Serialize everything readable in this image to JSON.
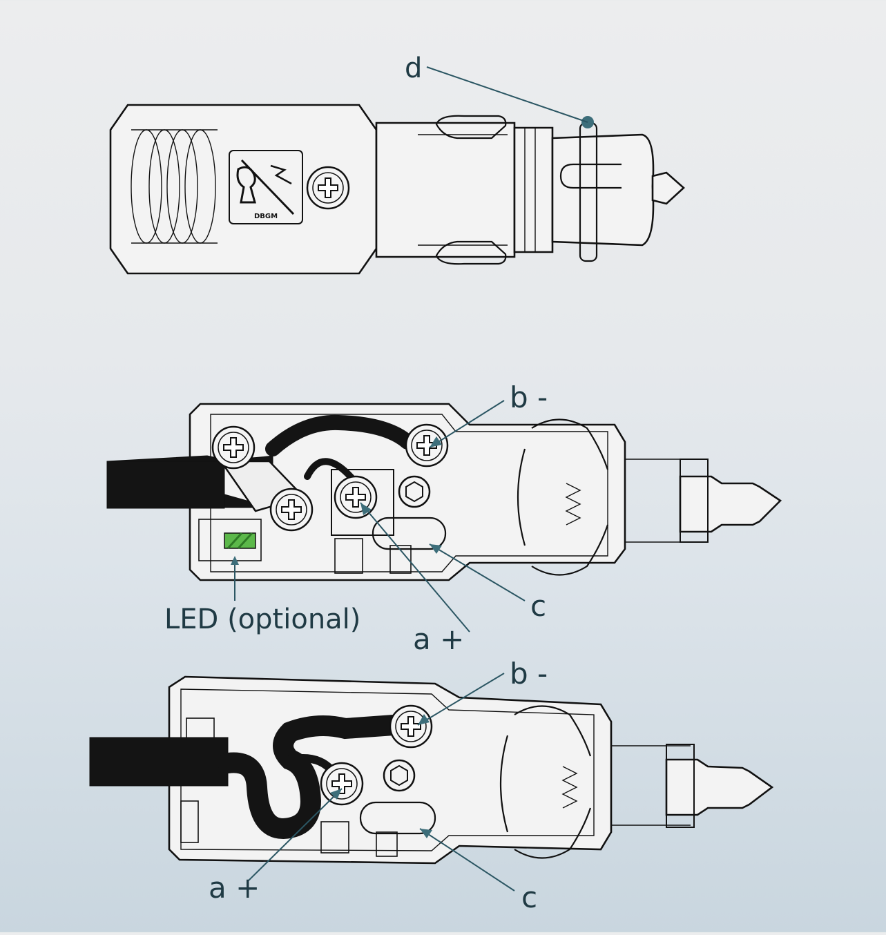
{
  "diagram": {
    "views": [
      {
        "id": "exterior",
        "labels": {
          "d": "d"
        }
      },
      {
        "id": "wiring-1",
        "labels": {
          "b": "b -",
          "a": "a +",
          "c": "c",
          "led": "LED (optional)"
        }
      },
      {
        "id": "wiring-2",
        "labels": {
          "b": "b -",
          "a": "a +",
          "c": "c"
        }
      }
    ],
    "logo_text": "DBGM",
    "colors": {
      "label": "#1f3a44",
      "leader": "#2b5663",
      "led": "#5cb84a",
      "line": "#111111"
    }
  }
}
